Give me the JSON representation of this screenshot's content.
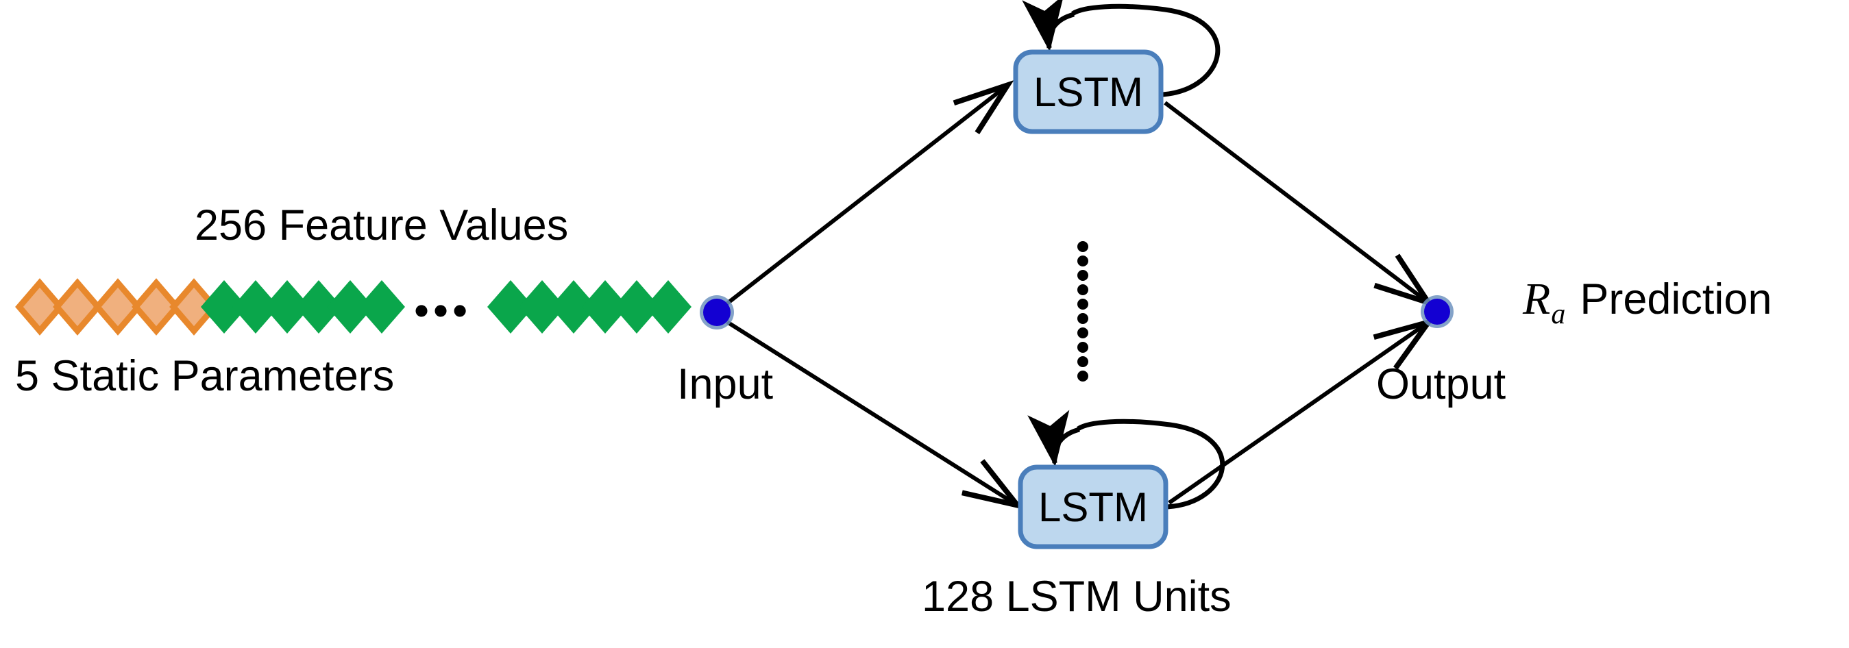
{
  "figure": {
    "type": "neural-network-architecture-diagram",
    "background_color": "#ffffff"
  },
  "input_layer": {
    "feature_values_label": "256  Feature Values",
    "static_params_label": "5  Static Parameters",
    "input_node_label": "Input",
    "horizontal_ellipsis": "•••",
    "static_param_count": 5,
    "feature_value_count": 256,
    "static_diamond_fill": "#f0b07e",
    "static_diamond_stroke": "#e8882c",
    "feature_diamond_fill": "#0aa64b",
    "feature_diamond_stroke": "#0aa64b",
    "node_fill": "#1300d2",
    "node_halo": "#6f93c0"
  },
  "hidden_layer": {
    "top_cell_label": "LSTM",
    "bottom_cell_label": "LSTM",
    "units_caption": "128 LSTM Units",
    "unit_count": 128,
    "cell_fill": "#bdd7ee",
    "cell_stroke": "#4a7ebb",
    "vertical_ellipsis_dot_count": 10
  },
  "output_layer": {
    "output_node_label": "Output",
    "prediction_symbol": "R",
    "prediction_subscript": "a",
    "prediction_word": "Prediction",
    "node_fill": "#1300d2",
    "node_halo": "#6f93c0"
  },
  "edges": {
    "stroke_color": "#000000",
    "connections": [
      "input → top LSTM",
      "input → bottom LSTM",
      "top LSTM → output",
      "bottom LSTM → output",
      "top LSTM → top LSTM (recurrent self-loop)",
      "bottom LSTM → bottom LSTM (recurrent self-loop)"
    ]
  }
}
